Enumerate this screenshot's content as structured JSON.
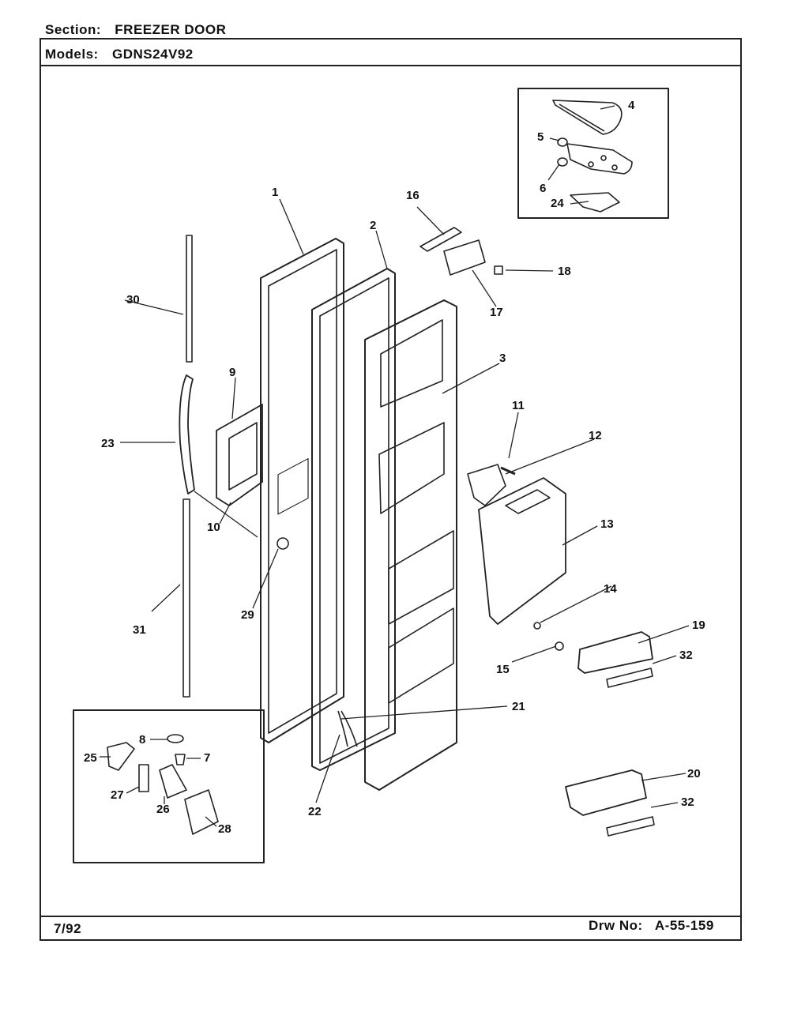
{
  "header": {
    "section_label": "Section:",
    "section_value": "FREEZER DOOR",
    "models_label": "Models:",
    "models_value": "GDNS24V92"
  },
  "footer": {
    "date": "7/92",
    "drawing_label": "Drw No:",
    "drawing_number": "A-55-159"
  },
  "callouts": [
    "1",
    "2",
    "3",
    "4",
    "5",
    "6",
    "7",
    "8",
    "9",
    "10",
    "11",
    "12",
    "13",
    "14",
    "15",
    "16",
    "17",
    "18",
    "19",
    "20",
    "21",
    "22",
    "23",
    "24",
    "25",
    "26",
    "27",
    "28",
    "29",
    "30",
    "31",
    "32"
  ]
}
